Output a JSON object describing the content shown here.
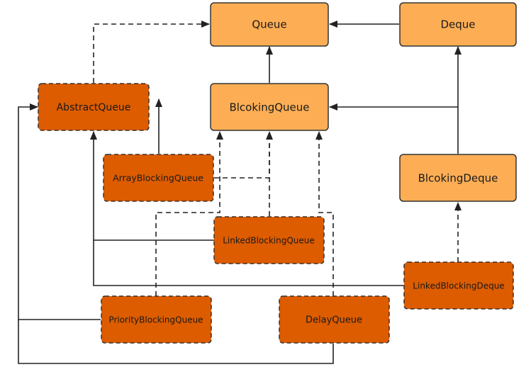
{
  "nodes": {
    "queue": {
      "label": "Queue"
    },
    "deque": {
      "label": "Deque"
    },
    "abstract_queue": {
      "label": "AbstractQueue"
    },
    "blocking_queue": {
      "label": "BlcokingQueue"
    },
    "array_blocking_queue": {
      "label": "ArrayBlockingQueue"
    },
    "blocking_deque": {
      "label": "BlcokingDeque"
    },
    "linked_blocking_queue": {
      "label": "LinkedBlockingQueue"
    },
    "linked_blocking_deque": {
      "label": "LinkedBlockingDeque"
    },
    "priority_blocking_queue": {
      "label": "PriorityBlockingQueue"
    },
    "delay_queue": {
      "label": "DelayQueue"
    }
  },
  "colors": {
    "interface_fill": "#FDAE55",
    "interface_stroke": "#333333",
    "class_fill": "#DD5C00",
    "class_stroke": "#333333",
    "line": "#222222",
    "text": "#1a1a1a"
  }
}
